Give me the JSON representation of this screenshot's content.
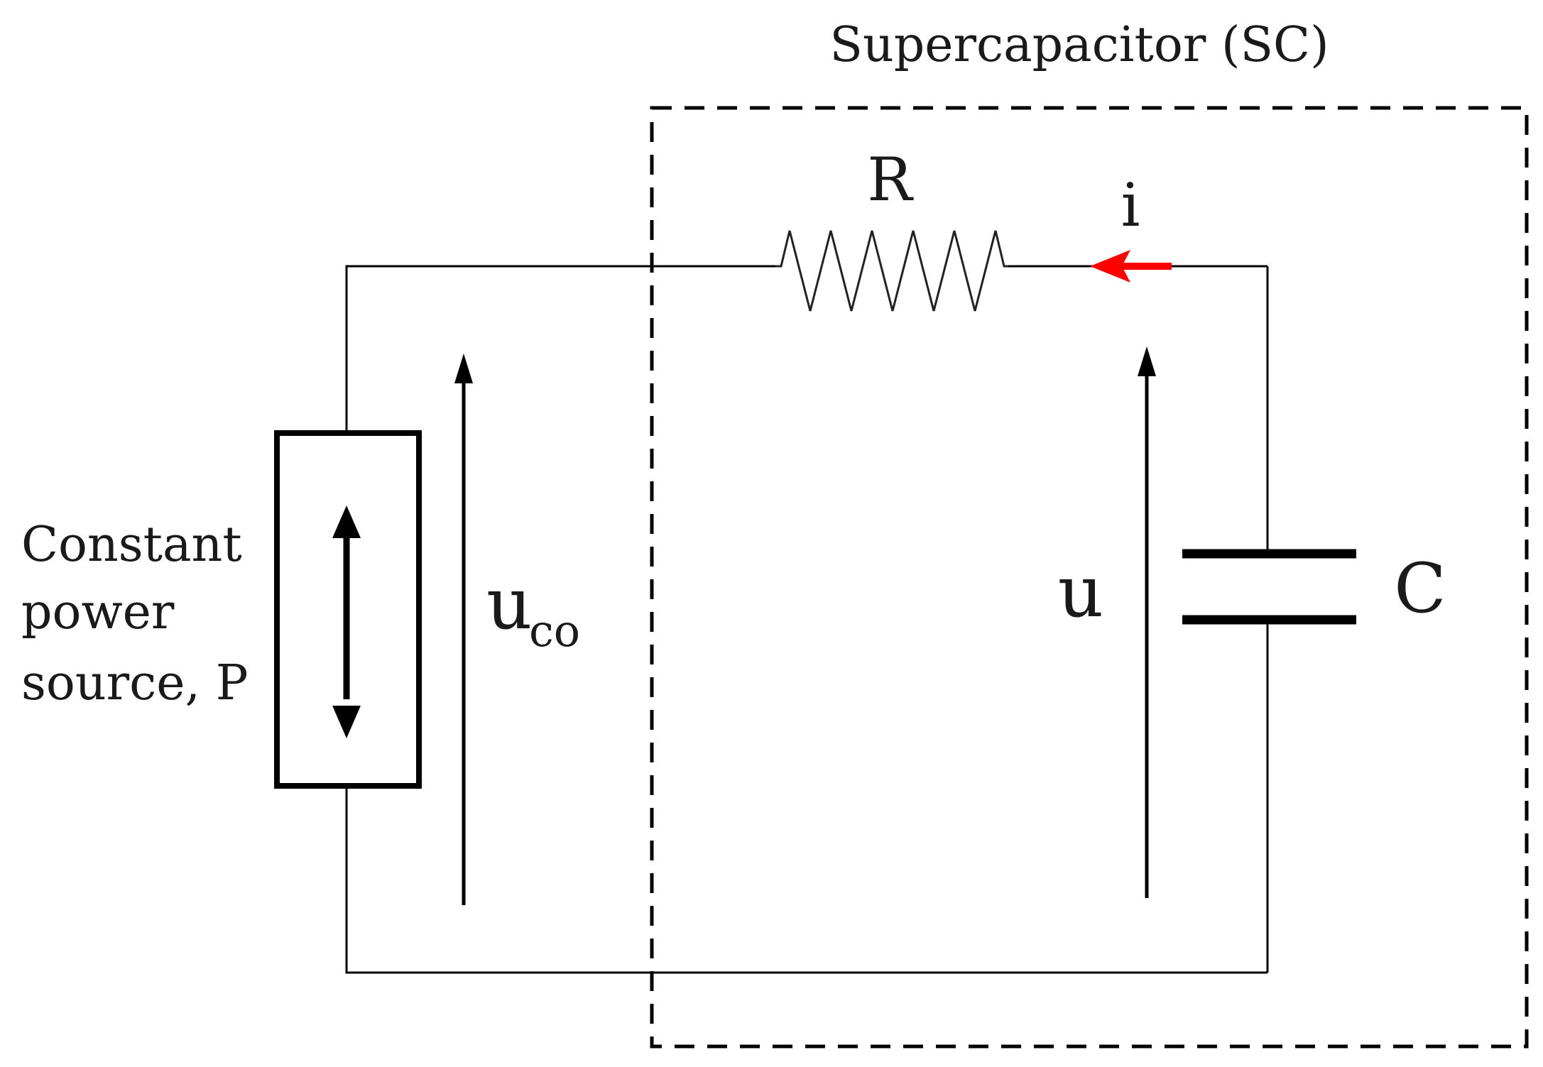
{
  "diagram": {
    "enclosure_label": "Supercapacitor (SC)",
    "source_label_lines": [
      "Constant",
      "power",
      "source, P"
    ],
    "resistor_label": "R",
    "capacitor_label": "C",
    "current_label": "i",
    "terminal_voltage": {
      "symbol": "u",
      "subscript": "co"
    },
    "capacitor_voltage": "u",
    "colors": {
      "current_arrow": "#ff0000",
      "lines": "#000000"
    }
  }
}
